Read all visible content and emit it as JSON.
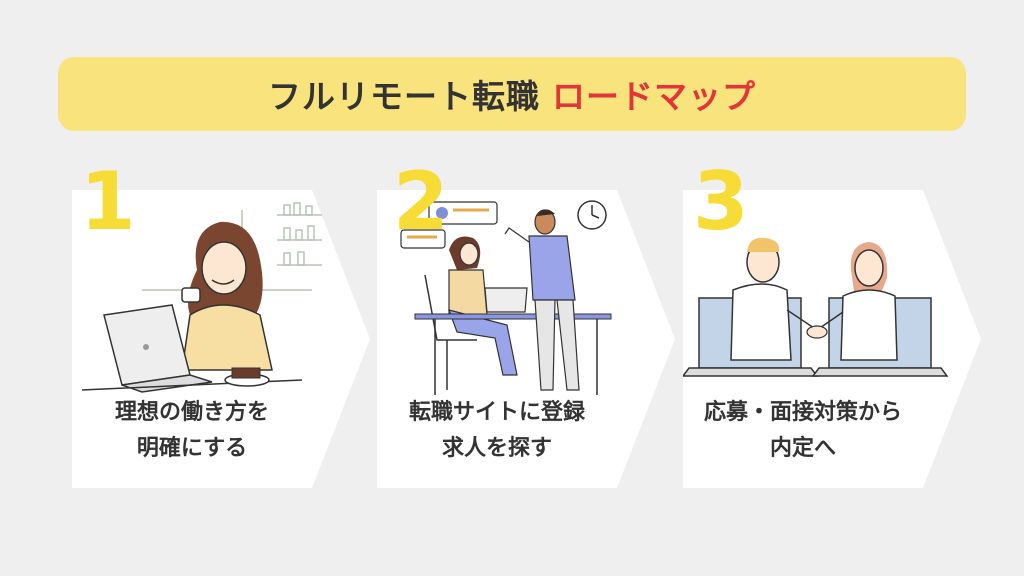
{
  "header": {
    "title_main": "フルリモート転職",
    "title_accent": "ロードマップ"
  },
  "steps": [
    {
      "number": "1",
      "line1": "理想の働き方を",
      "line2": "明確にする"
    },
    {
      "number": "2",
      "line1": "転職サイトに登録",
      "line2": "求人を探す"
    },
    {
      "number": "3",
      "line1": "応募・面接対策から",
      "line2": "内定へ"
    }
  ],
  "colors": {
    "background": "#efefef",
    "title_bar": "#f8e37d",
    "accent": "#e5333a",
    "step_number": "#f6dc35",
    "card": "#ffffff"
  }
}
